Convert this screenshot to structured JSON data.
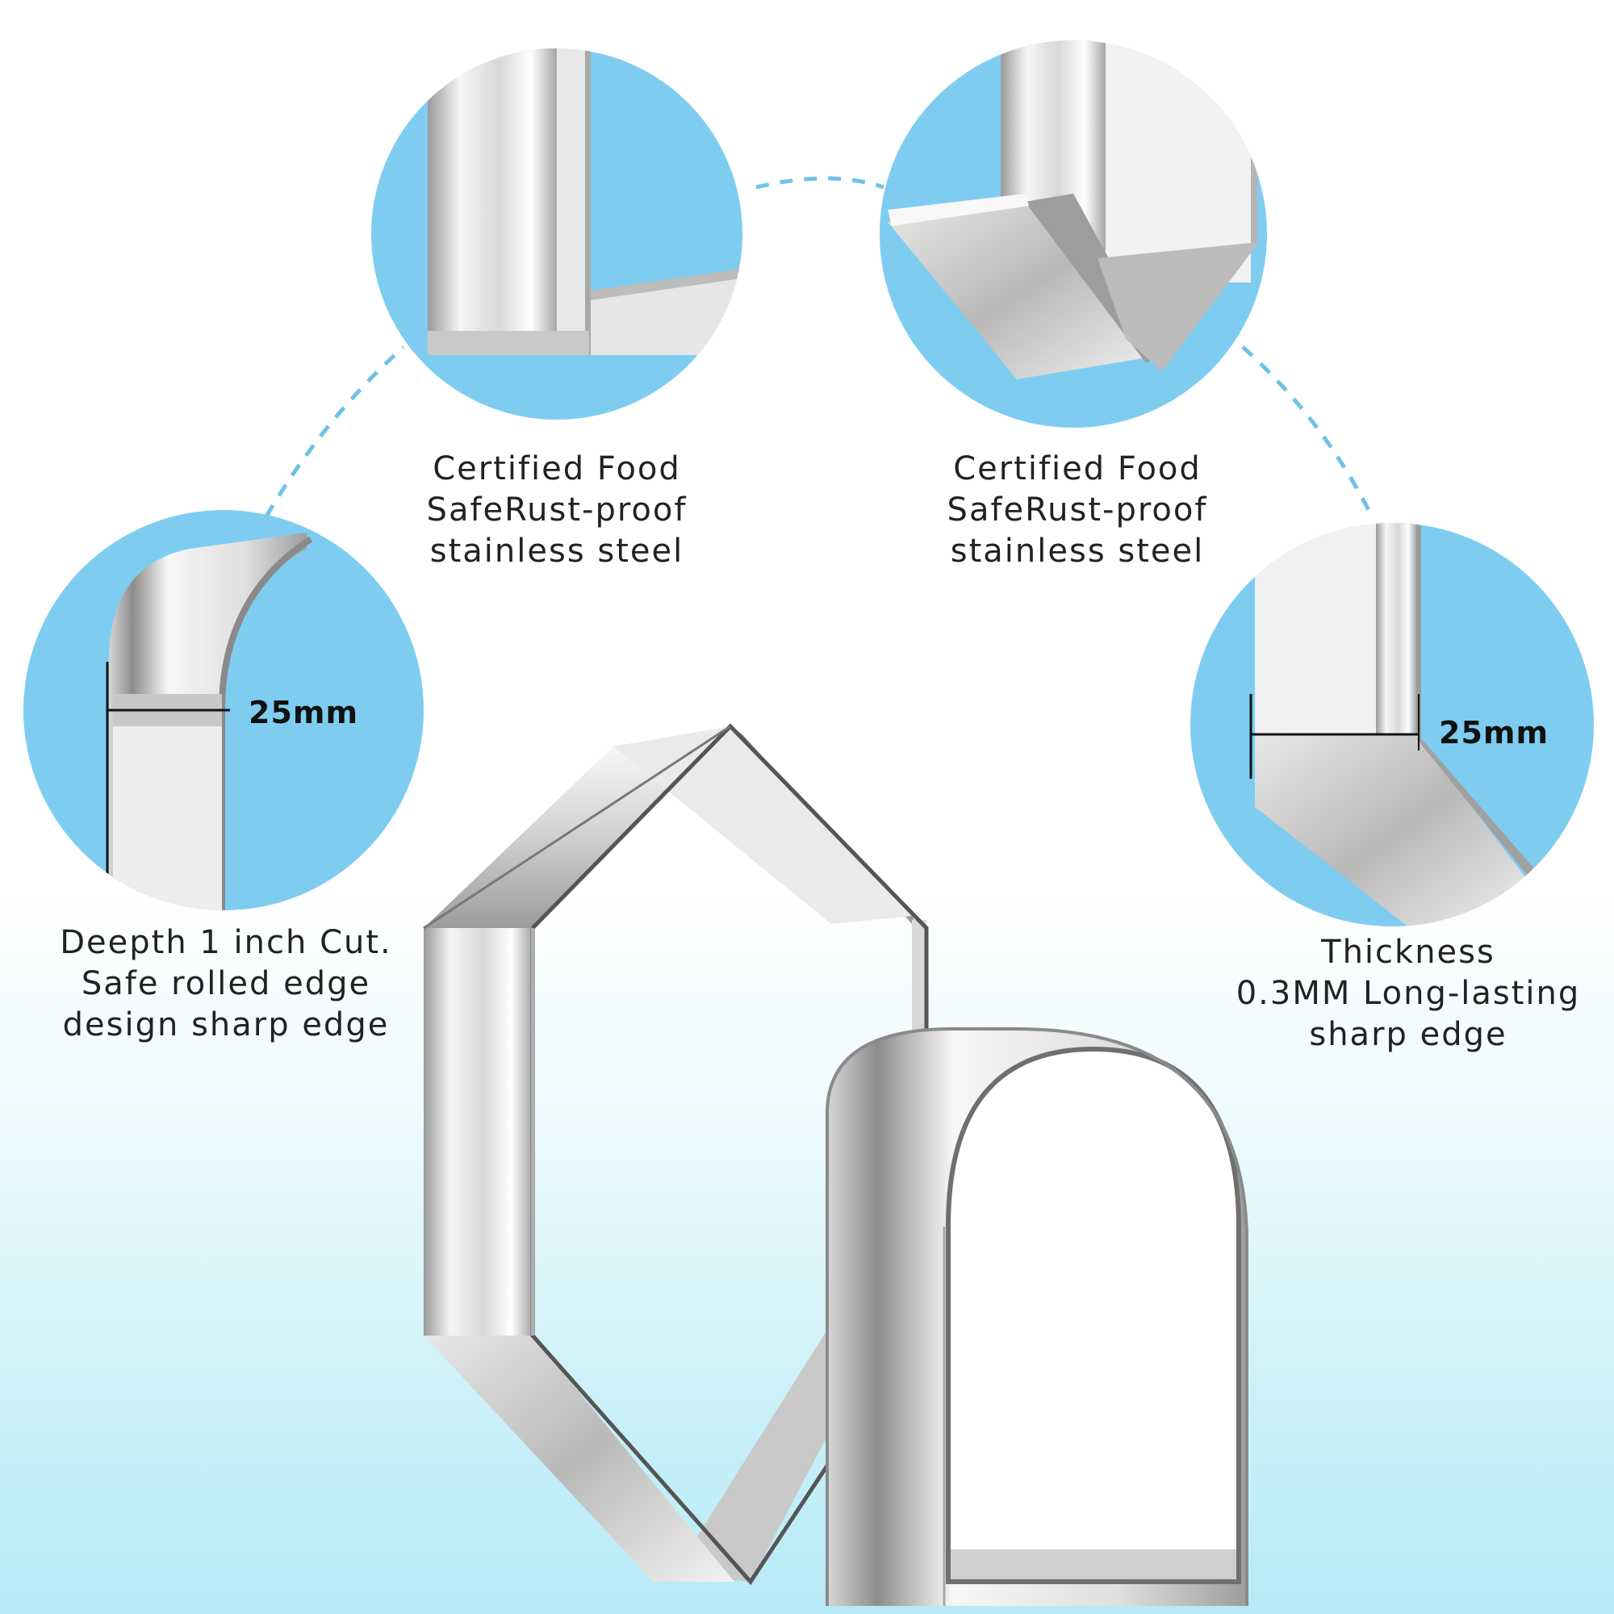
{
  "colors": {
    "circle_fill": "#7ecdf0",
    "dashed_line": "#6ec2e8",
    "steel_light": "#f4f4f4",
    "steel_dark": "#8f8f8f",
    "text": "#222222"
  },
  "callouts": {
    "top_left": {
      "lines": [
        "Certified Food",
        "SafeRust-proof",
        "stainless steel"
      ]
    },
    "top_right": {
      "lines": [
        "Certified Food",
        "SafeRust-proof",
        "stainless steel"
      ]
    },
    "left": {
      "dimension": "25mm",
      "lines": [
        "Deepth 1 inch Cut.",
        "Safe rolled edge",
        "design sharp edge"
      ]
    },
    "right": {
      "dimension": "25mm",
      "lines": [
        "Thickness",
        "0.3MM Long-lasting",
        "sharp edge"
      ]
    }
  },
  "products": {
    "items": [
      "hexagon-cookie-cutter",
      "arch-cookie-cutter"
    ]
  }
}
